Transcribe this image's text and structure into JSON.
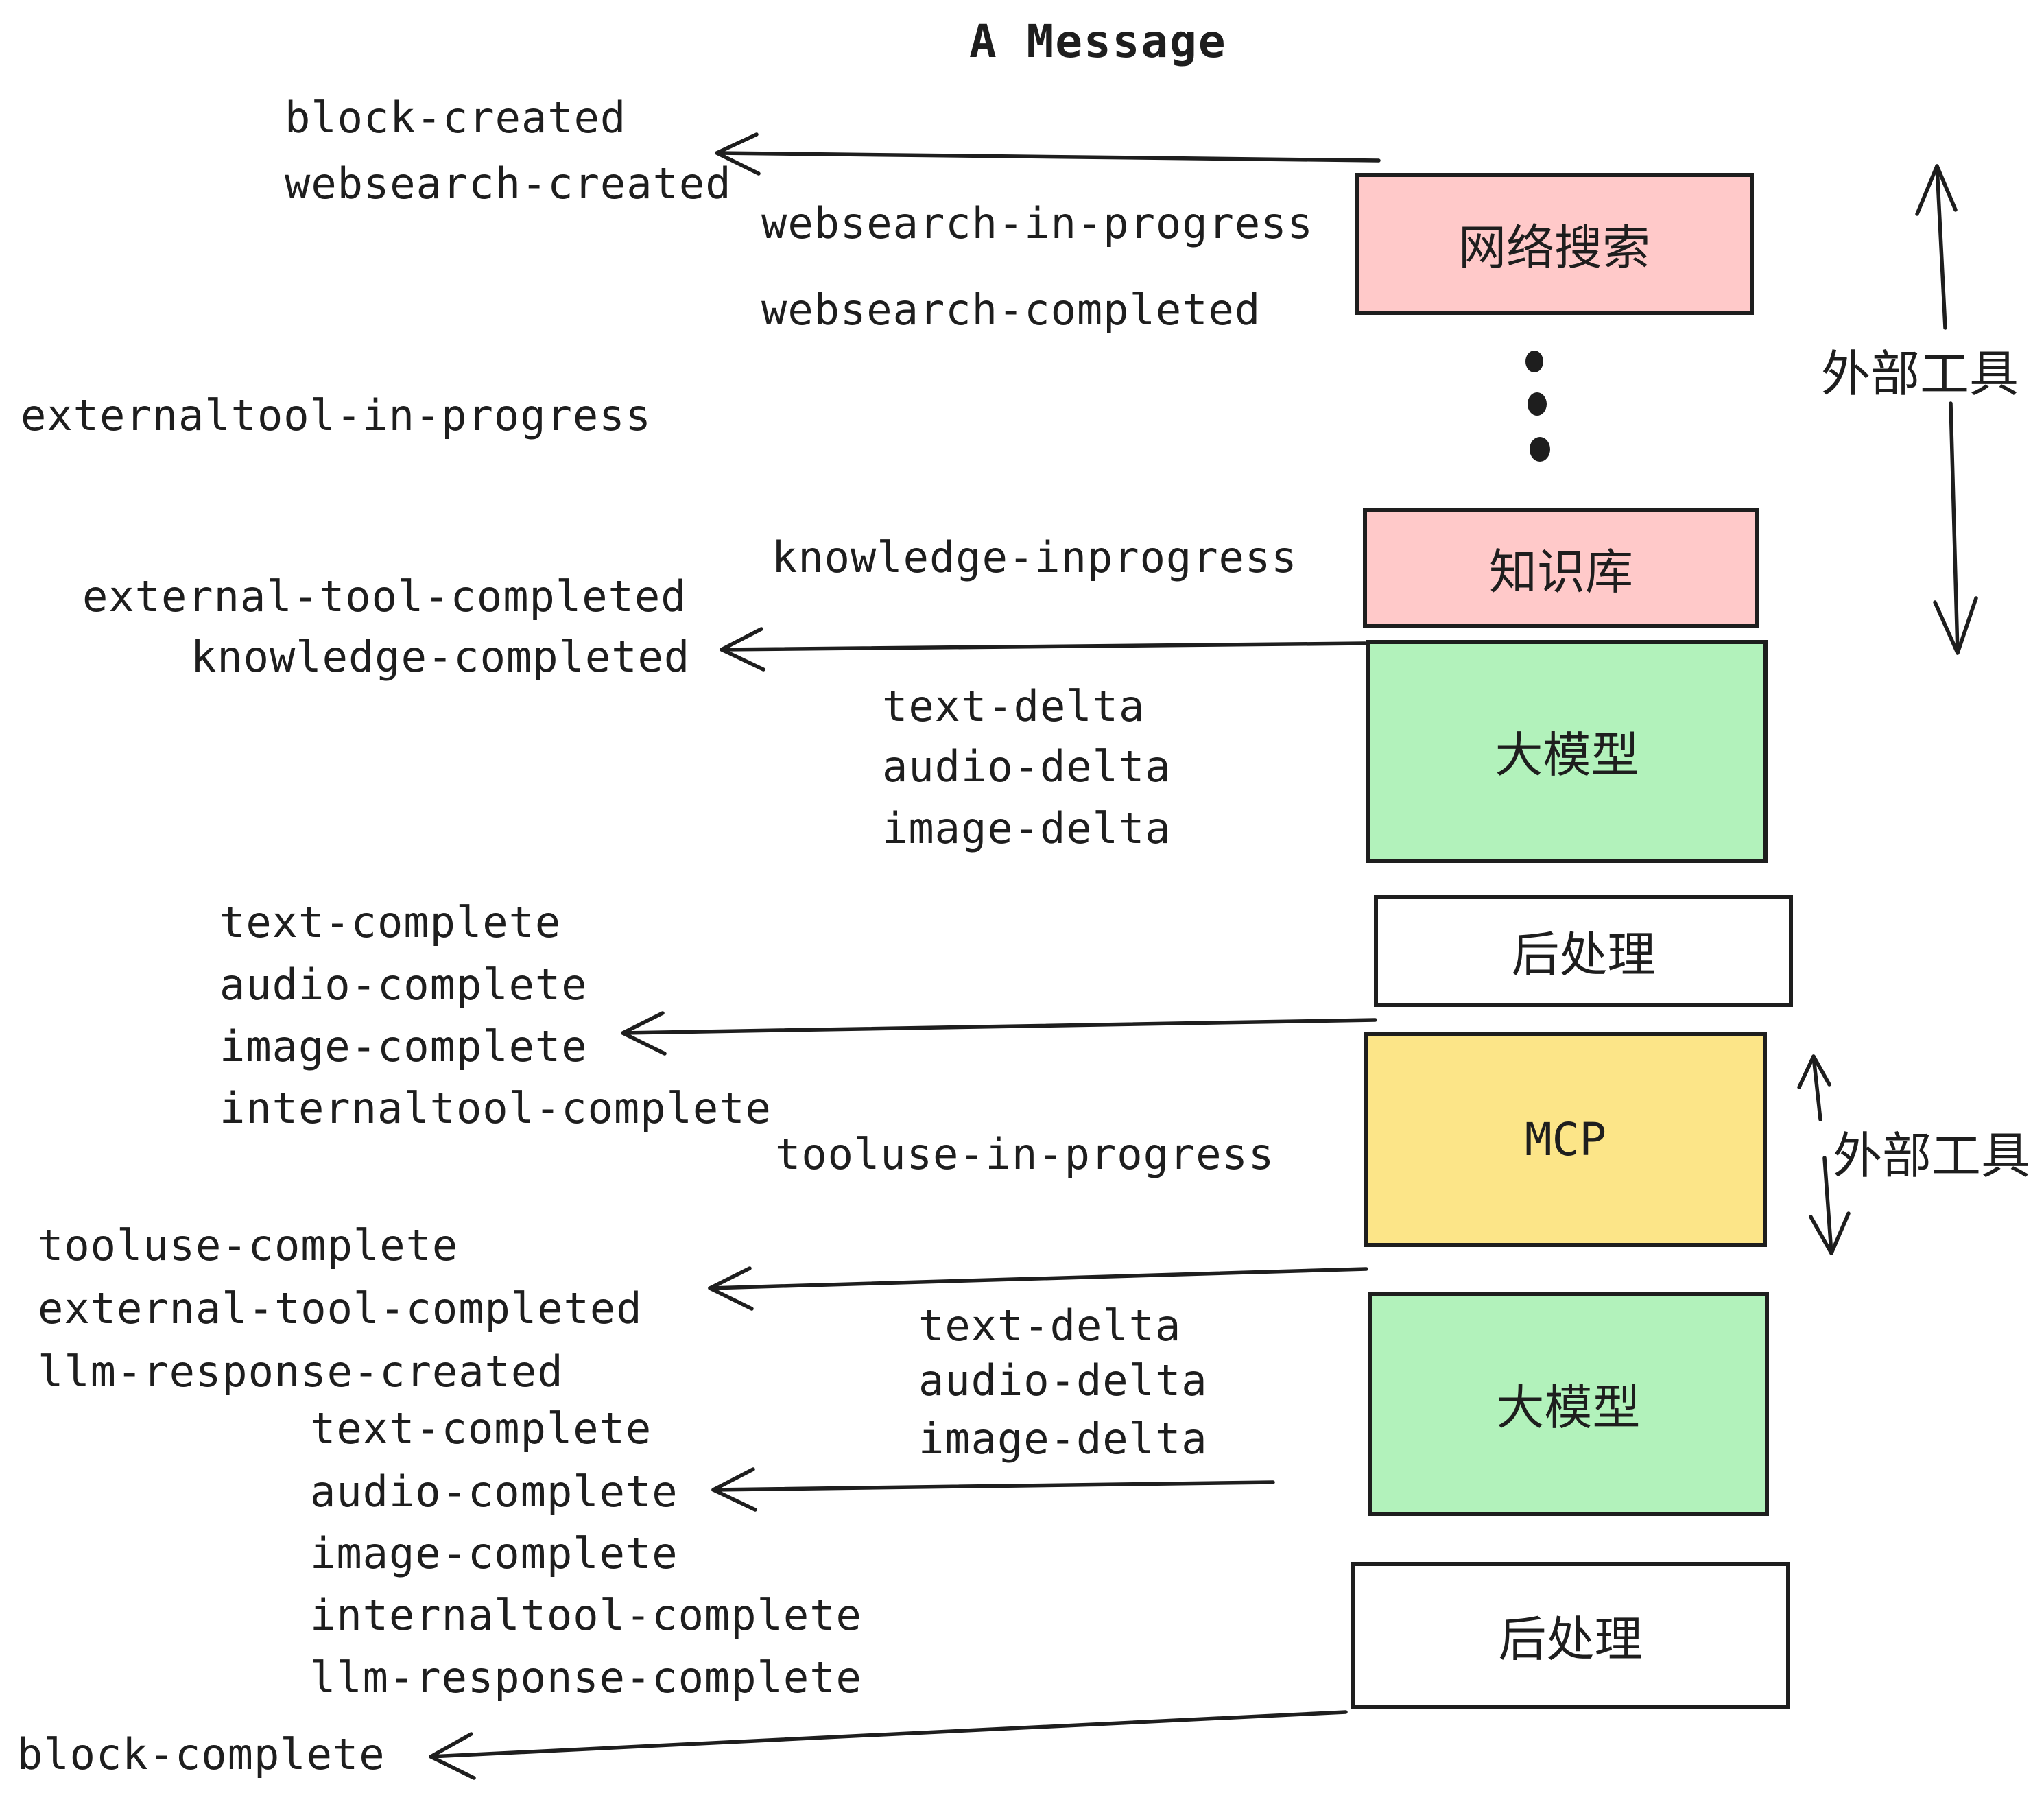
{
  "title": "A Message",
  "colors": {
    "stroke": "#1e1e1e",
    "box_pink": "#ffc9c9",
    "box_green": "#b2f2bb",
    "box_yellow": "#fce588",
    "box_white": "#ffffff"
  },
  "events": {
    "block_created": "block-created",
    "websearch_created": "websearch-created",
    "websearch_in_progress": "websearch-in-progress",
    "websearch_completed": "websearch-completed",
    "externaltool_in_progress": "externaltool-in-progress",
    "knowledge_inprogress": "knowledge-inprogress",
    "external_tool_completed": "external-tool-completed",
    "knowledge_completed": "knowledge-completed",
    "text_delta": "text-delta",
    "audio_delta": "audio-delta",
    "image_delta": "image-delta",
    "text_complete": "text-complete",
    "audio_complete": "audio-complete",
    "image_complete": "image-complete",
    "internaltool_complete": "internaltool-complete",
    "tooluse_in_progress": "tooluse-in-progress",
    "tooluse_complete": "tooluse-complete",
    "llm_response_created": "llm-response-created",
    "llm_response_complete": "llm-response-complete",
    "block_complete": "block-complete"
  },
  "boxes": {
    "websearch": "网络搜索",
    "knowledge": "知识库",
    "llm": "大模型",
    "post": "后处理",
    "mcp": "MCP"
  },
  "side_labels": {
    "external_tools": "外部工具"
  }
}
